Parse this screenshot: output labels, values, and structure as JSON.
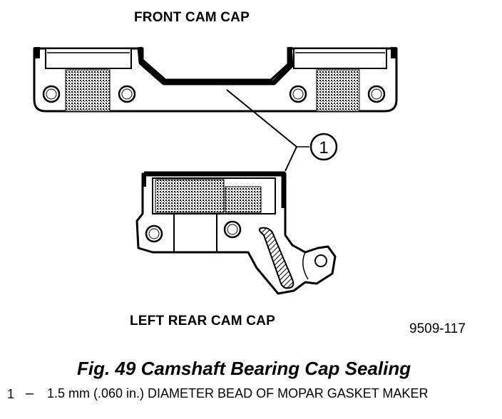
{
  "labels": {
    "front_cap": "FRONT CAM CAP",
    "rear_cap": "LEFT REAR CAM CAP",
    "figure_code": "9509-117",
    "callout": "1"
  },
  "caption": "Fig. 49 Camshaft Bearing Cap Sealing",
  "legend": {
    "number": "1",
    "dash": "–",
    "text": "1.5 mm (.060 in.) DIAMETER BEAD OF MOPAR GASKET MAKER"
  }
}
